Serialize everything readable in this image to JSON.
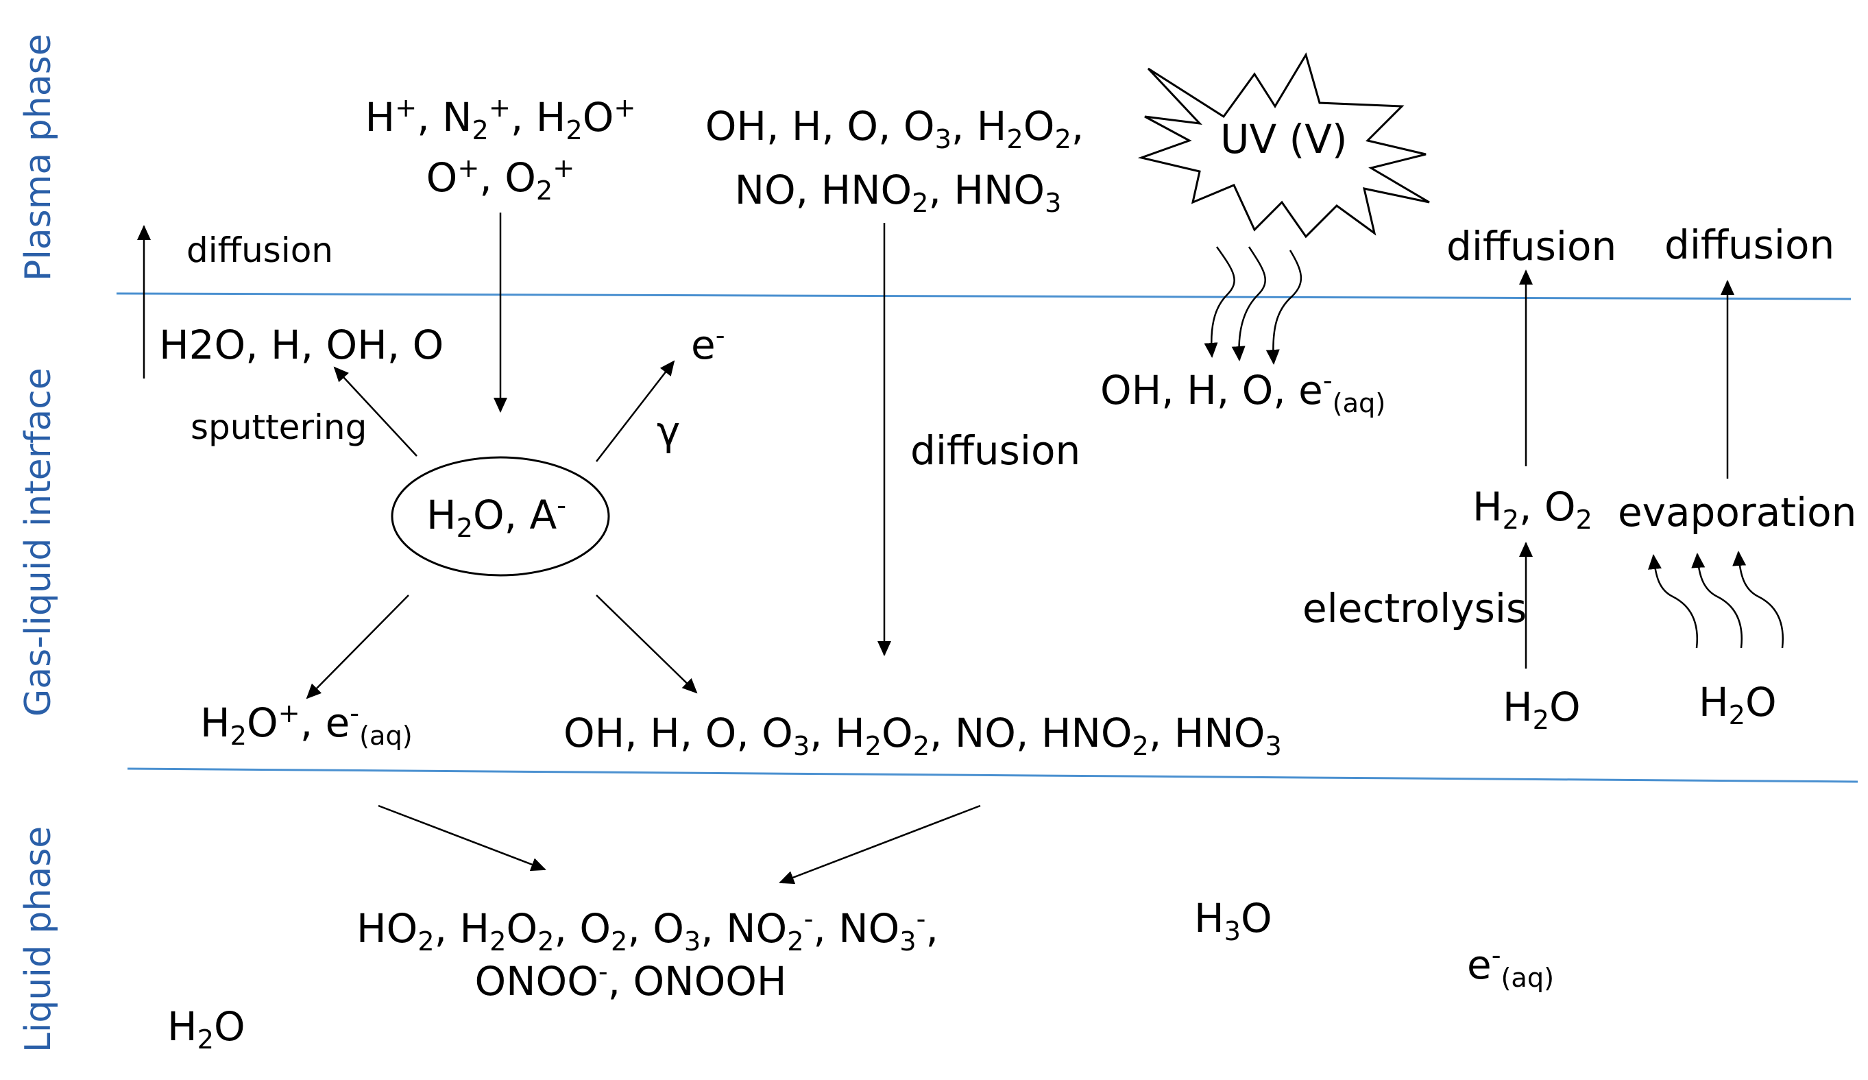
{
  "phases": {
    "plasma": "Plasma phase",
    "interface": "Gas-liquid interface",
    "liquid": "Liquid phase"
  },
  "colors": {
    "phase_text": "#2a5fa8",
    "boundary_line": "#4a90d0",
    "ink": "#000000"
  },
  "plasma": {
    "ions_line1": "H+, N2+, H2O+",
    "ions_line2": "O+, O2+",
    "neutrals_line1": "OH, H, O, O3, H2O2,",
    "neutrals_line2": "NO, HNO2, HNO3",
    "uv": "UV (V)",
    "diffusion_left": "diffusion",
    "diffusion_right1": "diffusion",
    "diffusion_right2": "diffusion"
  },
  "interface": {
    "sputter_products": "H2O, H, OH, O",
    "sputtering": "sputtering",
    "secondary_electron": "e-",
    "gamma": "γ",
    "center": "H2O, A-",
    "diffusion_middle": "diffusion",
    "uv_products": "OH, H, O, e-(aq)",
    "electrolysis_products": "H2, O2",
    "evaporation": "evaporation",
    "electrolysis": "electrolysis",
    "water_left": "H2O",
    "water_right": "H2O",
    "ion_products": "H2O+, e-(aq)",
    "neutral_products": "OH, H, O, O3, H2O2, NO, HNO2, HNO3"
  },
  "liquid": {
    "products_line1": "HO2, H2O2, O2, O3, NO2-, NO3-,",
    "products_line2": "ONOO-, ONOOH",
    "h3o": "H3O",
    "e_aq": "e-(aq)",
    "water": "H2O"
  }
}
